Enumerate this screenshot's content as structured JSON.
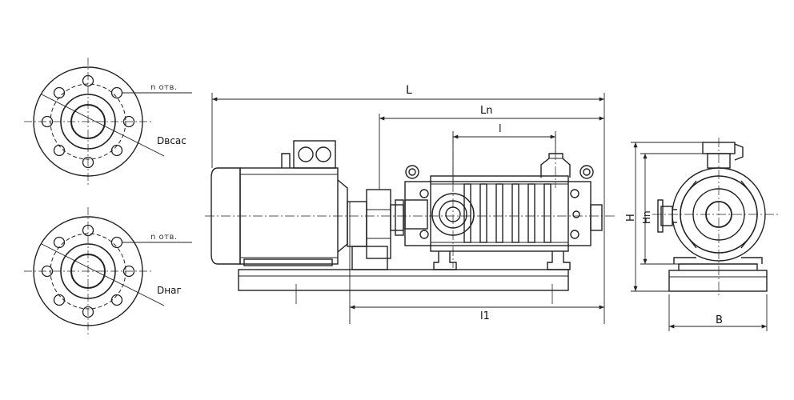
{
  "labels": {
    "suction_diameter": "Dвсас",
    "discharge_diameter": "Dнаг",
    "holes_top": "n отв.",
    "holes_bottom": "n отв.",
    "total_length": "L",
    "pump_length": "Ln",
    "nozzle_spacing": "l",
    "base_length": "l1",
    "height": "H",
    "pump_height": "Hn",
    "width": "B"
  }
}
